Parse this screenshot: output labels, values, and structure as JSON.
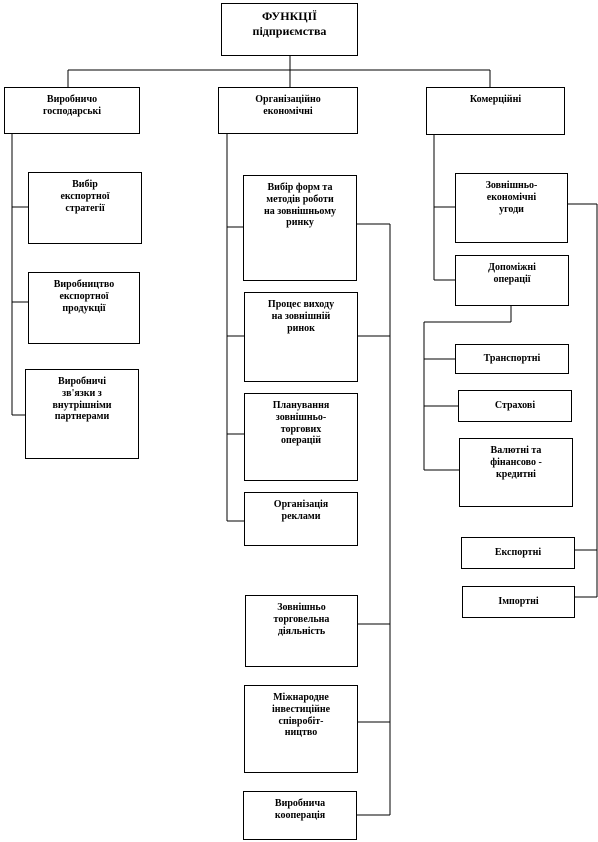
{
  "root": {
    "line1": "ФУНКЦІЇ",
    "line2": "підприємства"
  },
  "categories": {
    "production": "Виробничо\nгосподарські",
    "organizational": "Організаційно\nекономічні",
    "commercial": "Комерційні"
  },
  "production_items": [
    "Вибір\nекспортної\nстратегії",
    "Виробництво\nекспортної\nпродукції",
    "Виробничі\nзв'язки з\nвнутрішніми\nпартнерами"
  ],
  "organizational_items": [
    "Вибір форм та\nметодів роботи\nна зовнішньому\nринку",
    "Процес виходу\nна зовнішній\nринок",
    "Планування\nзовнішньо-\nторгових\nоперацій",
    "Організація\nреклами",
    "Зовнішньо\nторговельна\nдіяльність",
    "Міжнародне\nінвестиційне\nспівробіт-\nництво",
    "Виробнича\nкооперація"
  ],
  "commercial_items": {
    "deals": "Зовнішньо-\nекономічні\nугоди",
    "auxiliary": "Допоміжні\nоперації",
    "transport": "Транспортні",
    "insurance": "Страхові",
    "currency": "Валютні та\nфінансово -\nкредитні",
    "export": "Експортні",
    "import": "Імпортні"
  }
}
